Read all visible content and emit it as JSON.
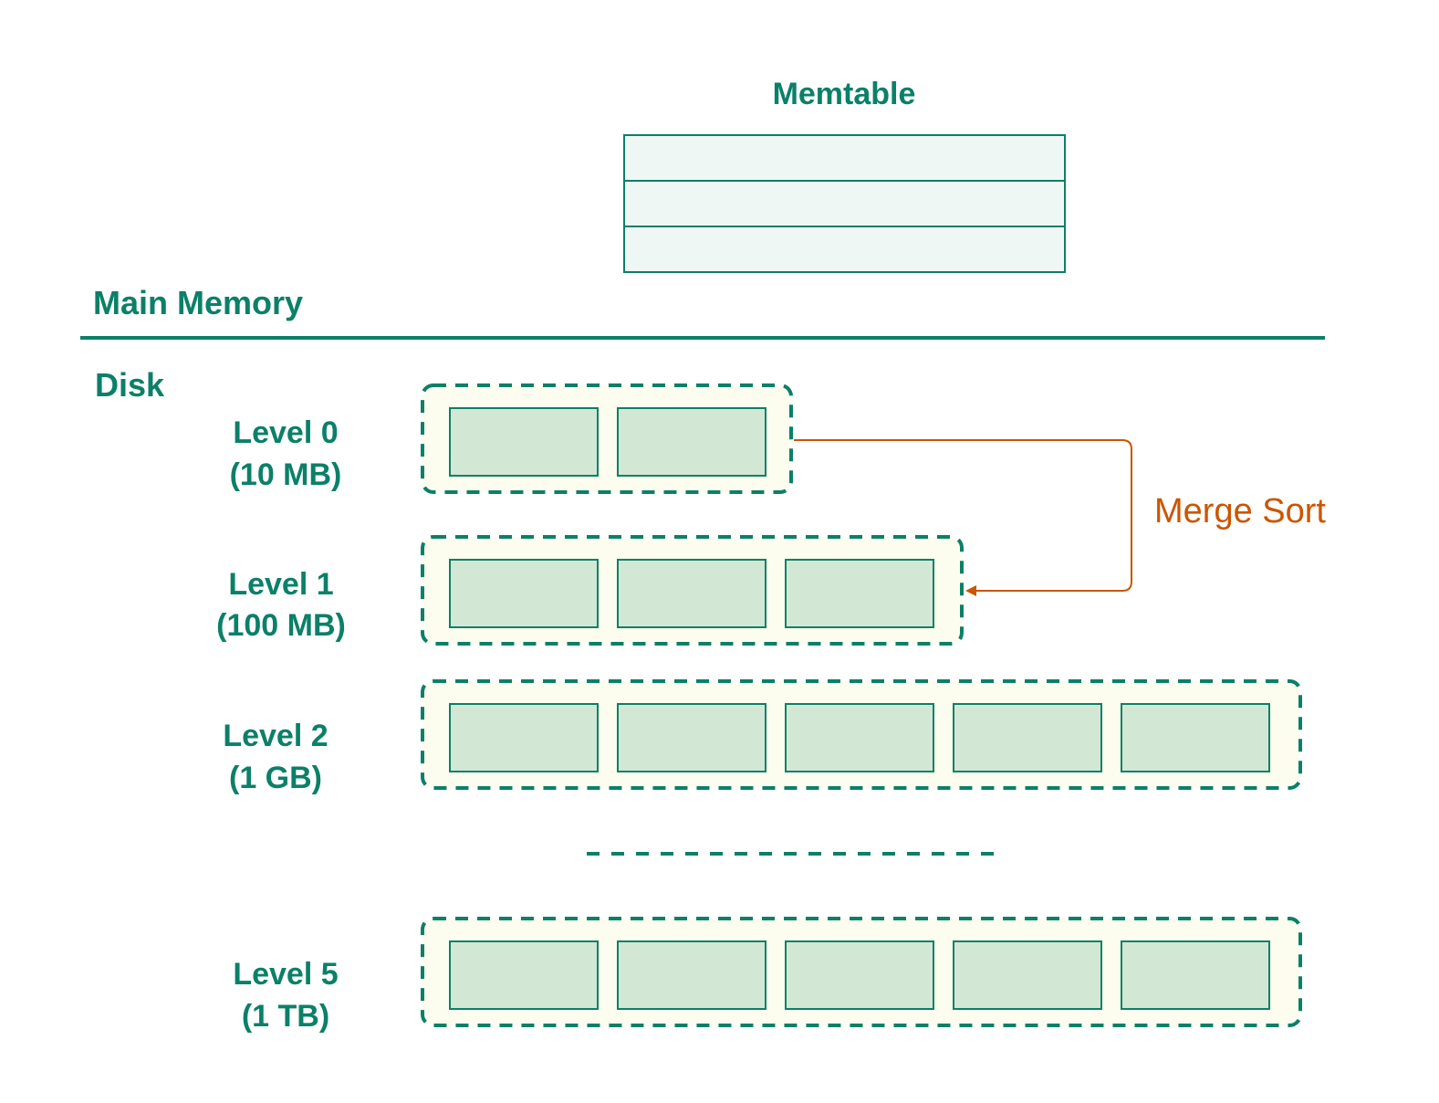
{
  "memtable": {
    "title": "Memtable",
    "rows": 3
  },
  "regions": {
    "memory_label": "Main Memory",
    "disk_label": "Disk"
  },
  "levels": [
    {
      "id": "level-0",
      "name": "Level 0",
      "size": "(10 MB)",
      "sstables": 2
    },
    {
      "id": "level-1",
      "name": "Level 1",
      "size": "(100 MB)",
      "sstables": 3
    },
    {
      "id": "level-2",
      "name": "Level 2",
      "size": "(1 GB)",
      "sstables": 5
    },
    {
      "id": "level-5",
      "name": "Level 5",
      "size": "(1 TB)",
      "sstables": 5
    }
  ],
  "merge": {
    "label": "Merge Sort",
    "from": "level-0",
    "to": "level-1"
  },
  "colors": {
    "primary": "#0b8068",
    "accent": "#cc5500",
    "memtable_fill": "#eff7f5",
    "level_fill": "#fdfdef",
    "sstable_fill": "#d2e8d4"
  }
}
